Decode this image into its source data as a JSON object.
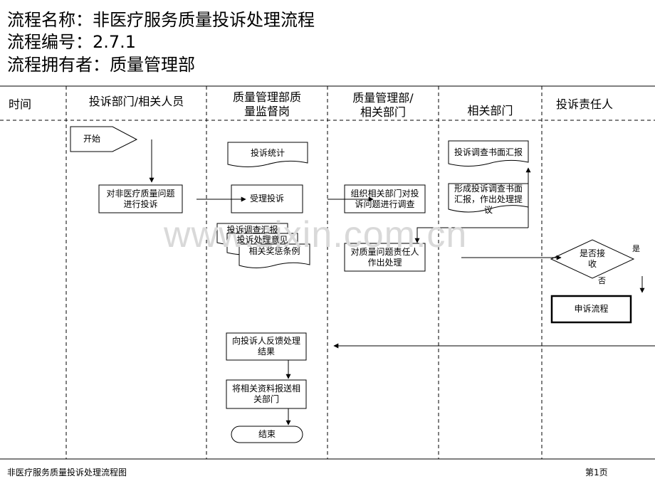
{
  "header": {
    "name_line": "流程名称：非医疗服务质量投诉处理流程",
    "number_line": "流程编号：2.7.1",
    "owner_line": "流程拥有者：质量管理部"
  },
  "lanes": {
    "time": "时间",
    "complaint_dept": "投诉部门/相关人员",
    "qm_supervisor": "质量管理部质\n量监督岗",
    "qm_related": "质量管理部/\n相关部门",
    "related_dept": "相关部门",
    "responsible": "投诉责任人"
  },
  "nodes": {
    "start": "开始",
    "submit_complaint": "对非医疗质量问题\n进行投诉",
    "complaint_stats": "投诉统计",
    "accept_complaint": "受理投诉",
    "doc_report": "投诉调查汇报",
    "doc_opinion": "投诉处理意见",
    "doc_rules": "相关奖惩条例",
    "organize_investigation": "组织相关部门对投\n诉问题进行调查",
    "handle_responsible": "对质量问题责任人\n作出处理",
    "written_report_doc": "投诉调查书面汇报",
    "form_report": "形成投诉调查书面\n汇报，作出处理提\n议",
    "decision": "是否接\n收",
    "appeal": "申诉流程",
    "feedback": "向投诉人反馈处理\n结果",
    "send_materials": "将相关资料报送相\n关部门",
    "end": "结束"
  },
  "labels": {
    "yes": "是",
    "no": "否"
  },
  "watermark": "www.zixin.com.cn",
  "footer": {
    "title": "非医疗服务质量投诉处理流程图",
    "page": "第1页"
  }
}
